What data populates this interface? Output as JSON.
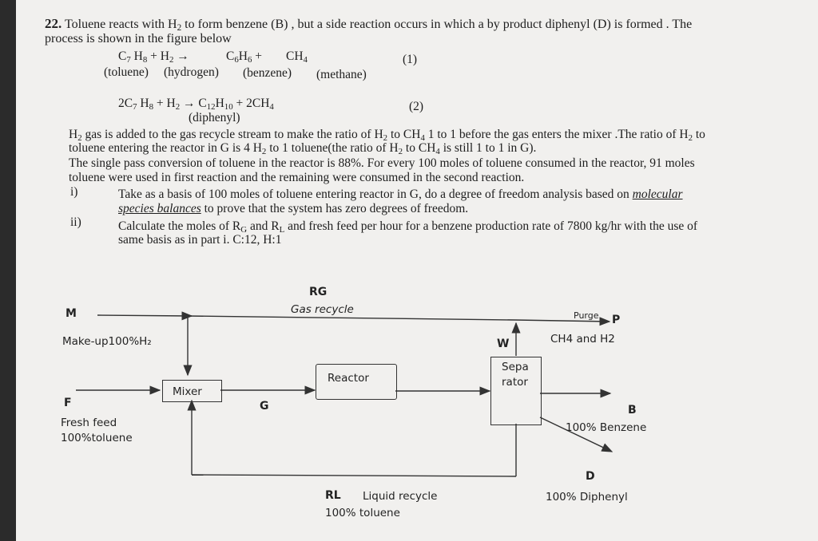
{
  "problem": {
    "number": "22.",
    "intro_1": "Toluene reacts with H",
    "intro_1_sub": "2",
    "intro_2": " to form benzene (B)  , but a side reaction  occurs in which a by product diphenyl (D) is formed . The",
    "intro_line2": "process is shown in the figure below",
    "reaction1": {
      "reactant_a": "C",
      "reactant_a_sub1": "7",
      "reactant_a_mid": " H",
      "reactant_a_sub2": "8",
      "plus1": " +  H",
      "plus1_sub": "2",
      "arrow": " →",
      "product_a": "C",
      "product_a_sub1": "6",
      "product_a_mid": "H",
      "product_a_sub2": "6",
      "plus2": " +",
      "product_b": "CH",
      "product_b_sub": "4",
      "eq_no": "(1)",
      "names": [
        "(toluene)",
        "(hydrogen)",
        "(benzene)",
        "(methane)"
      ]
    },
    "reaction2": {
      "lhs_a": "2C",
      "lhs_sub1": "7",
      "lhs_mid": " H",
      "lhs_sub2": "8",
      "lhs_plus": " + H",
      "lhs_sub3": "2",
      "arrow": " →  C",
      "prod_sub1": "12",
      "prod_mid": "H",
      "prod_sub2": "10",
      "prod_plus": "  +  2CH",
      "prod_sub3": "4",
      "eq_no": "(2)",
      "name": "(diphenyl)"
    },
    "para": {
      "l1_a": "H",
      "l1_b": " gas is added to the gas recycle stream to make the ratio of H",
      "l1_c": " to CH",
      "l1_d": " 1 to 1 before the gas enters the mixer .The ratio of H",
      "l1_e": "  to",
      "s2": "2",
      "s4": "4",
      "l2_a": "toluene entering the reactor in G is 4 H",
      "l2_b": "  to 1 toluene(the ratio of H",
      "l2_c": "  to CH",
      "l2_d": "  is still 1 to 1 in G).",
      "l3": "The single pass conversion of toluene in the reactor is 88%. For every 100 moles of toluene consumed in the reactor, 91 moles",
      "l4": "toluene were used in first reaction and the remaining were consumed in the second reaction."
    },
    "q1": {
      "label": "i)",
      "l1": "Take as a basis of 100 moles of toluene entering reactor in G, do a degree of freedom analysis based on ",
      "l1_u": "molecular",
      "l2_u": "species balances",
      "l2": " to prove that the system has zero degrees of freedom."
    },
    "q2": {
      "label": "ii)",
      "l1_a": "Calculate the moles of R",
      "l1_sg": "G",
      "l1_b": " and R",
      "l1_sl": "L",
      "l1_c": " and fresh feed  per hour for a benzene production rate of 7800 kg/hr with the use of",
      "l2": "same basis as in part i.  C:12, H:1"
    }
  },
  "diagram": {
    "rg": "RG",
    "gas_recycle": "Gas recycle",
    "m": "M",
    "makeup": "Make-up100%H₂",
    "purge": "Purge",
    "p": "P",
    "w": "W",
    "ch4_h2": "CH4 and H2",
    "mixer": "Mixer",
    "reactor": "Reactor",
    "separator_1": "Sepa",
    "separator_2": "rator",
    "f": "F",
    "fresh_feed": "Fresh feed",
    "fresh_feed_2": "100%toluene",
    "g": "G",
    "b": "B",
    "benzene": "100% Benzene",
    "d": "D",
    "diphenyl": "100% Diphenyl",
    "rl": "RL",
    "liquid_recycle": "Liquid recycle",
    "liquid_toluene": "100% toluene"
  }
}
